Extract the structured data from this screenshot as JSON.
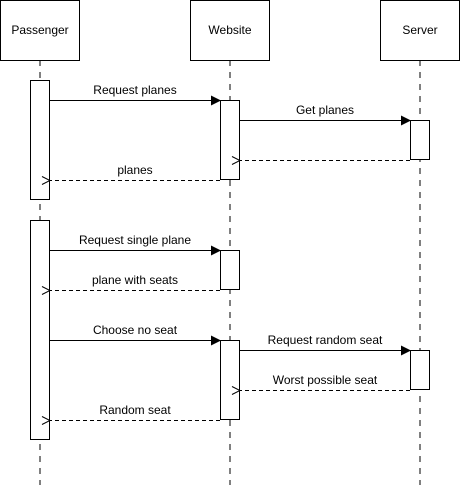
{
  "participants": {
    "passenger": "Passenger",
    "website": "Website",
    "server": "Server"
  },
  "messages": [
    {
      "label": "Request planes",
      "from": "Passenger",
      "to": "Website",
      "kind": "call"
    },
    {
      "label": "Get planes",
      "from": "Website",
      "to": "Server",
      "kind": "call"
    },
    {
      "label": "",
      "from": "Server",
      "to": "Website",
      "kind": "return"
    },
    {
      "label": "planes",
      "from": "Website",
      "to": "Passenger",
      "kind": "return"
    },
    {
      "label": "Request single plane",
      "from": "Passenger",
      "to": "Website",
      "kind": "call"
    },
    {
      "label": "plane with seats",
      "from": "Website",
      "to": "Passenger",
      "kind": "return"
    },
    {
      "label": "Choose no seat",
      "from": "Passenger",
      "to": "Website",
      "kind": "call"
    },
    {
      "label": "Request random seat",
      "from": "Website",
      "to": "Server",
      "kind": "call"
    },
    {
      "label": "Worst possible seat",
      "from": "Server",
      "to": "Website",
      "kind": "return"
    },
    {
      "label": "Random seat",
      "from": "Website",
      "to": "Passenger",
      "kind": "return"
    }
  ]
}
